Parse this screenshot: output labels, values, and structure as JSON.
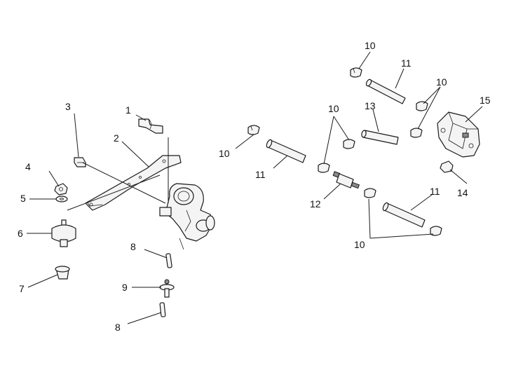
{
  "callouts": {
    "c1": "1",
    "c2": "2",
    "c3": "3",
    "c4": "4",
    "c5": "5",
    "c6": "6",
    "c7": "7",
    "c8a": "8",
    "c8b": "8",
    "c9": "9",
    "c10a": "10",
    "c10b": "10",
    "c10c": "10",
    "c10d": "10",
    "c10e": "10",
    "c11a": "11",
    "c11b": "11",
    "c11c": "11",
    "c12": "12",
    "c13": "13",
    "c14": "14",
    "c15": "15"
  },
  "colors": {
    "line": "#1a1a1a",
    "background": "#ffffff"
  }
}
